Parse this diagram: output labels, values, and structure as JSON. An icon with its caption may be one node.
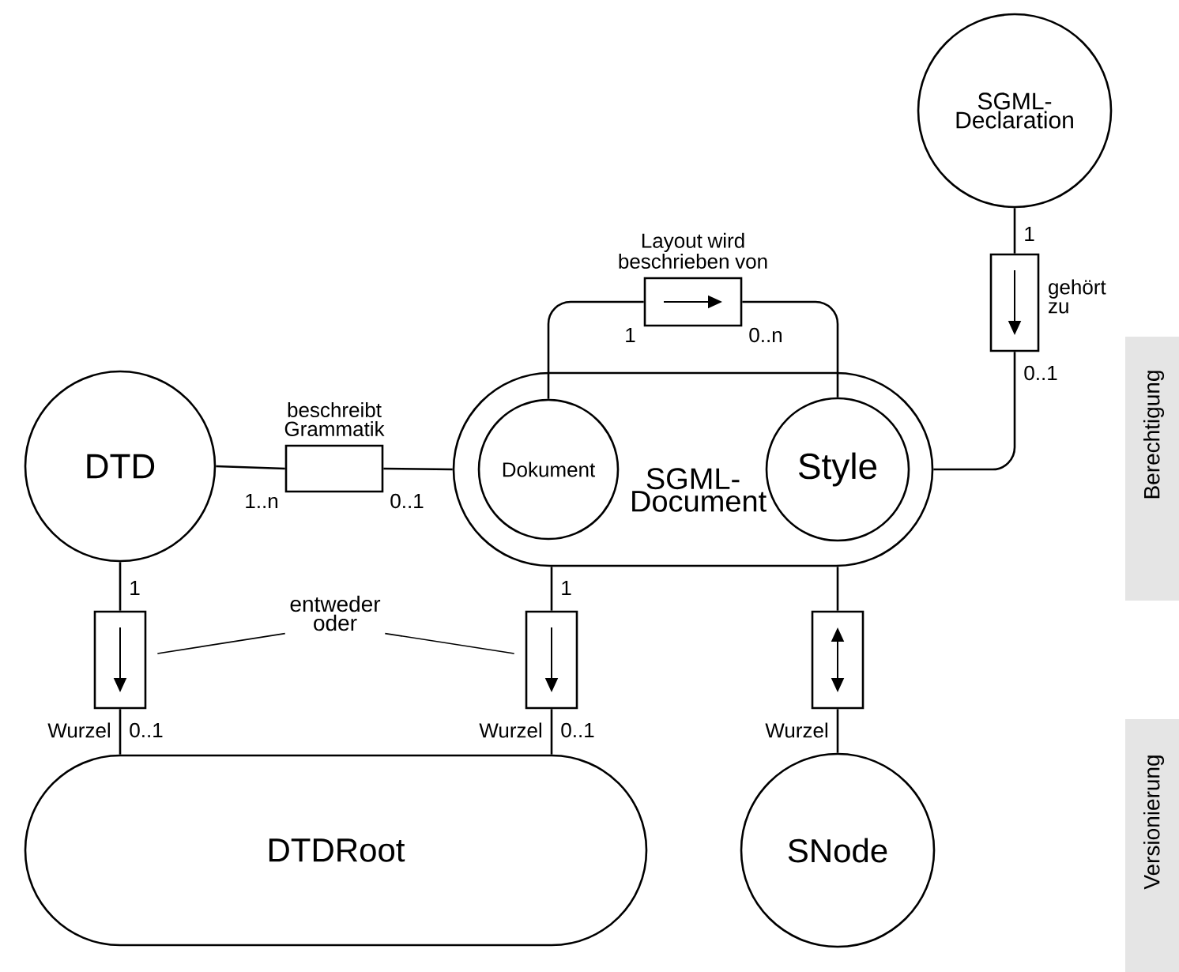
{
  "diagram": {
    "nodes": [
      {
        "text": [
          "SGML-Declaration"
        ]
      },
      {
        "text": [
          "Layout wird beschrieben von"
        ]
      },
      {
        "text": [
          "gehört zu"
        ]
      },
      {
        "text": [
          "Berechtigung"
        ]
      },
      {
        "text": [
          "DTD"
        ]
      },
      {
        "text": [
          "beschreibt Grammatik"
        ]
      },
      {
        "text": [
          "SGML-Document"
        ]
      },
      {
        "text": [
          "Dokument"
        ],
        "in": 6
      },
      {
        "text": [
          "Style"
        ],
        "in": 6
      },
      {
        "text": [
          "entweder oder"
        ]
      },
      {
        "text": [],
        "shape": "box"
      },
      {
        "text": [],
        "shape": "box"
      },
      {
        "text": [],
        "shape": "box"
      },
      {
        "text": [
          "Versionierung"
        ]
      },
      {
        "text": [
          "DTDRoot"
        ]
      },
      {
        "text": [
          "SNode"
        ]
      }
    ],
    "edges": [
      {
        "from": 0,
        "to": 2,
        "arrow": "none",
        "label": "1"
      },
      {
        "from": 2,
        "to": 6,
        "arrow": "none",
        "label": "0..1"
      },
      {
        "from": 7,
        "to": 1,
        "arrow": "none",
        "label": "1"
      },
      {
        "from": 1,
        "to": 8,
        "arrow": "none",
        "label": "0..n"
      },
      {
        "from": 4,
        "to": 5,
        "arrow": "none",
        "label": "1..n"
      },
      {
        "from": 5,
        "to": 6,
        "arrow": "none",
        "label": "0..1"
      },
      {
        "from": 4,
        "to": 10,
        "arrow": "none",
        "label": "1"
      },
      {
        "from": 10,
        "to": 14,
        "arrow": "none",
        "label": "0..1"
      },
      {
        "from": 6,
        "to": 11,
        "arrow": "none",
        "label": "1"
      },
      {
        "from": 11,
        "to": 14,
        "arrow": "none",
        "label": "0..1"
      },
      {
        "from": 6,
        "to": 12,
        "arrow": "none"
      },
      {
        "from": 12,
        "to": 15,
        "arrow": "none"
      },
      {
        "from": 9,
        "to": 10,
        "arrow": "none"
      },
      {
        "from": 9,
        "to": 11,
        "arrow": "none"
      }
    ],
    "labels": [
      "Wurzel",
      "Wurzel",
      "Wurzel"
    ]
  }
}
